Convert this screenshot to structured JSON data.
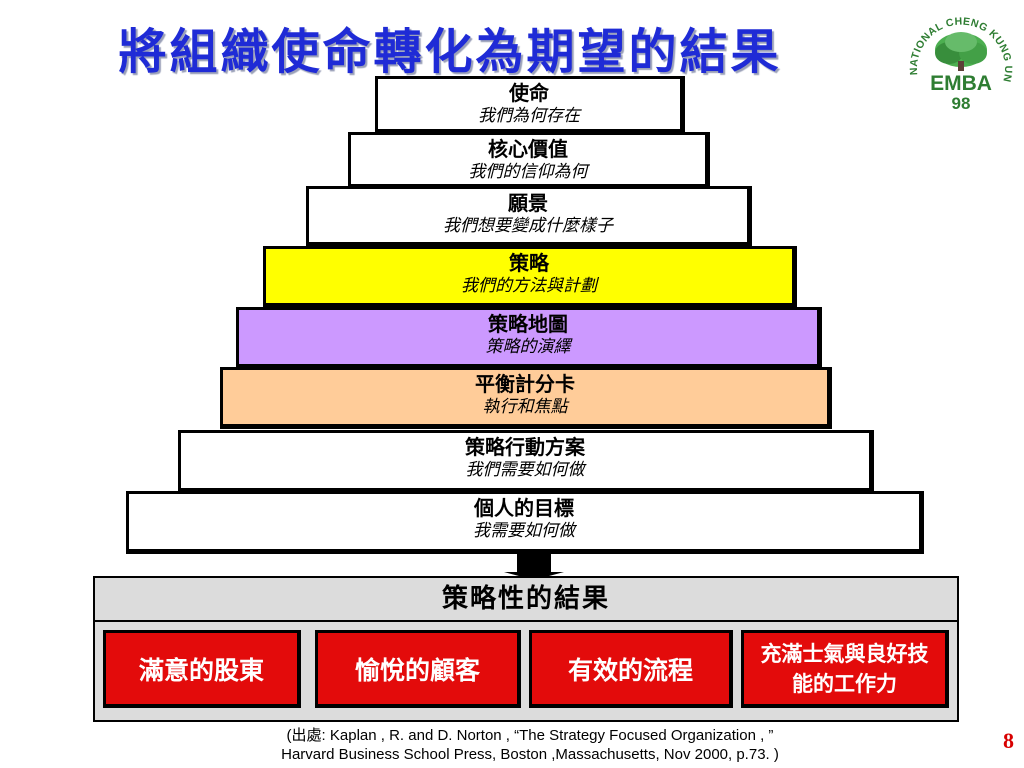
{
  "title": "將組織使命轉化為期望的結果",
  "logo": {
    "ring_text": "NATIONAL CHENG KUNG UNIVERSITY",
    "program": "EMBA",
    "number": "98"
  },
  "pyramid": [
    {
      "name": "使命",
      "desc": "我們為何存在",
      "color": "#ffffff"
    },
    {
      "name": "核心價值",
      "desc": "我們的信仰為何",
      "color": "#ffffff"
    },
    {
      "name": "願景",
      "desc": "我們想要變成什麼樣子",
      "color": "#ffffff"
    },
    {
      "name": "策略",
      "desc": "我們的方法與計劃",
      "color": "#ffff00"
    },
    {
      "name": "策略地圖",
      "desc": "策略的演繹",
      "color": "#cc99ff"
    },
    {
      "name": "平衡計分卡",
      "desc": "執行和焦點",
      "color": "#ffcc99"
    },
    {
      "name": "策略行動方案",
      "desc": "我們需要如何做",
      "color": "#ffffff"
    },
    {
      "name": "個人的目標",
      "desc": "我需要如何做",
      "color": "#ffffff"
    }
  ],
  "results": {
    "title": "策略性的結果",
    "items": [
      {
        "label": "滿意的股東"
      },
      {
        "label": "愉悅的顧客"
      },
      {
        "label": "有效的流程"
      },
      {
        "label": "充滿士氣與良好技能的工作力"
      }
    ]
  },
  "citation": {
    "prefix": "(出處",
    "line1": ": Kaplan , R. and D. Norton , “The Strategy Focused Organization , ”",
    "line2": "Harvard Business School Press, Boston ,Massachusetts, Nov 2000, p.73. )"
  },
  "page_number": "8"
}
